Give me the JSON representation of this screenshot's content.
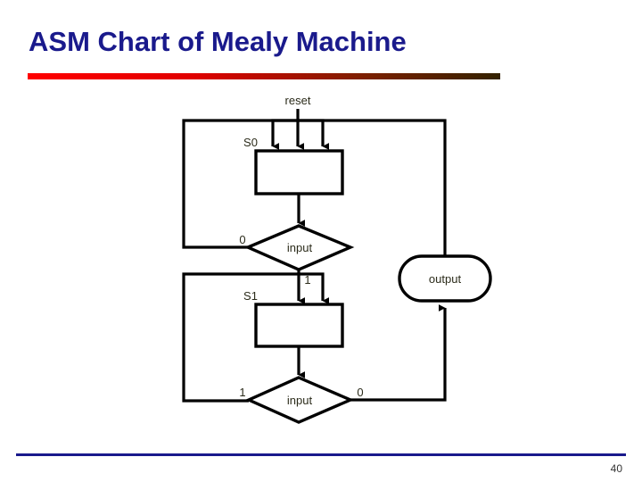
{
  "slide": {
    "title": "ASM Chart of Mealy Machine",
    "page_number": "40",
    "title_color": "#1a1a8c",
    "rule_start_color": "#ff0000",
    "rule_end_color": "#332200",
    "footer_rule_color": "#1a1a8c"
  },
  "diagram": {
    "type": "asm-chart",
    "nodes": {
      "reset_label": "reset",
      "state0_label": "S0",
      "state0_box": "",
      "decision0_label": "input",
      "state1_label": "S1",
      "state1_box": "",
      "decision1_label": "input",
      "output_label": "output"
    },
    "edge_labels": {
      "d0_left": "0",
      "d0_down": "1",
      "d1_left": "1",
      "d1_right": "0"
    }
  }
}
